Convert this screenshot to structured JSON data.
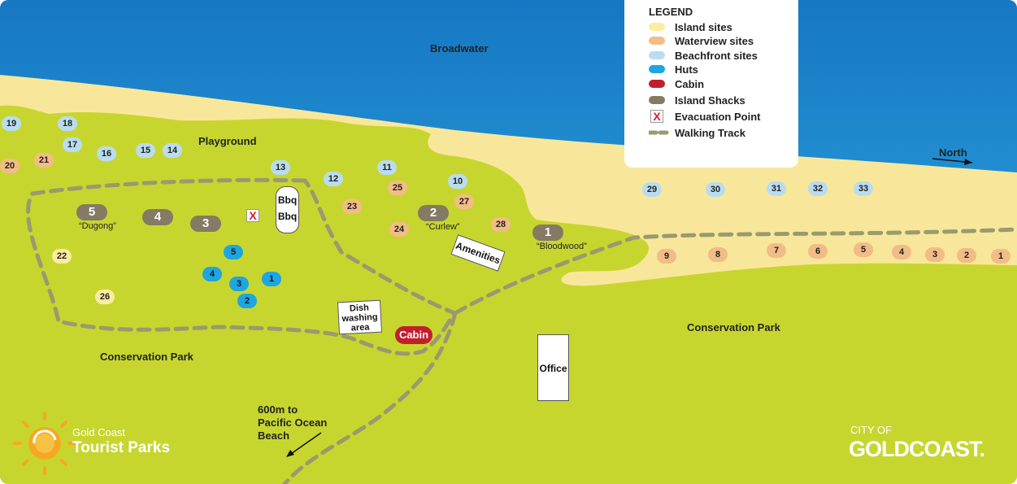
{
  "map": {
    "water_label": "Broadwater",
    "north_label": "North",
    "playground_label": "Playground",
    "conservation_left": "Conservation Park",
    "conservation_right": "Conservation Park",
    "beach_direction": "600m to\nPacific Ocean\nBeach",
    "facilities": {
      "bbq1": "Bbq",
      "bbq2": "Bbq",
      "amenities": "Amenities",
      "dish": "Dish\nwashing\narea",
      "cabin": "Cabin",
      "office": "Office",
      "evac_mark": "X"
    },
    "shacks": [
      "5",
      "4",
      "3",
      "2",
      "1"
    ],
    "shack_names": [
      "“Dugong”",
      "“Curlew”",
      "“Bloodwood”"
    ],
    "sites": {
      "beachfront": [
        "19",
        "18",
        "17",
        "16",
        "15",
        "14",
        "13",
        "12",
        "11",
        "10",
        "29",
        "30",
        "31",
        "32",
        "33"
      ],
      "waterview": [
        "20",
        "21",
        "25",
        "23",
        "27",
        "24",
        "28",
        "9",
        "8",
        "7",
        "6",
        "5",
        "4",
        "3",
        "2",
        "1"
      ],
      "island": [
        "22",
        "26"
      ],
      "huts": [
        "5",
        "4",
        "3",
        "1",
        "2"
      ]
    }
  },
  "legend": {
    "title": "LEGEND",
    "items": [
      {
        "label": "Island sites",
        "color": "#fbeca0"
      },
      {
        "label": "Waterview sites",
        "color": "#f2bc87"
      },
      {
        "label": "Beachfront sites",
        "color": "#b9dcef"
      },
      {
        "label": "Huts",
        "color": "#1ea6e0"
      },
      {
        "label": "Cabin",
        "color": "#c21f2e"
      },
      {
        "label": "Island Shacks",
        "color": "#857a64"
      },
      {
        "label": "Evacuation Point",
        "mark": "X"
      },
      {
        "label": "Walking Track",
        "color": "#9a9a6e"
      }
    ]
  },
  "branding": {
    "left_line1": "Gold Coast",
    "left_line2": "Tourist Parks",
    "right_line1": "CITY OF",
    "right_line2": "GOLDCOAST."
  },
  "colors": {
    "water": "#1b8fd2",
    "sand": "#f8e79a",
    "grass": "#c7d62f",
    "track": "#9a9a6e"
  }
}
